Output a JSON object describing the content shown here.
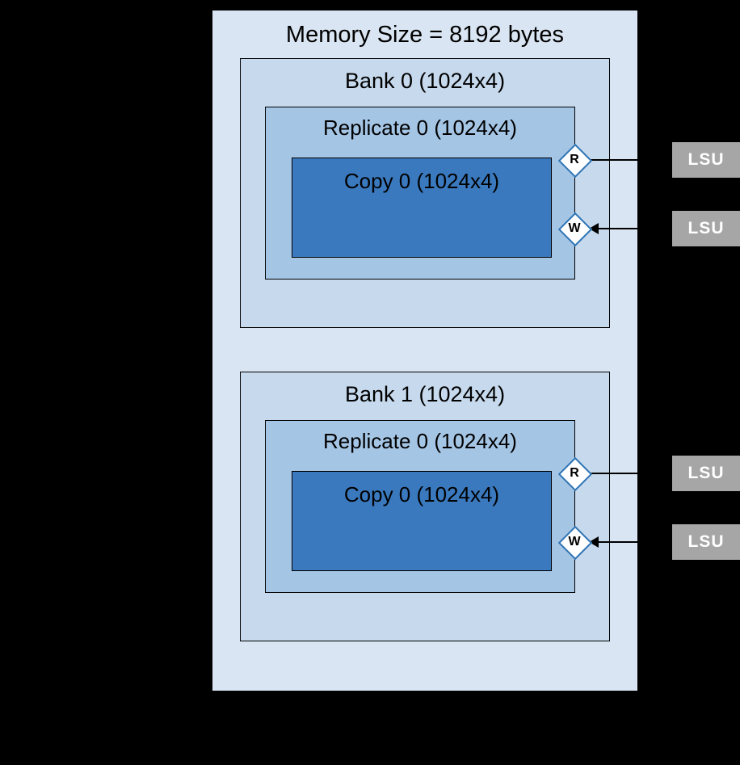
{
  "diagram": {
    "title": "Memory Size = 8192 bytes",
    "banks": [
      {
        "label": "Bank 0 (1024x4)",
        "replicate": {
          "label": "Replicate 0 (1024x4)",
          "copy": {
            "label": "Copy 0 (1024x4)"
          },
          "ports": [
            {
              "label": "R",
              "type": "read-port",
              "arrow_direction": "to-lsu",
              "lsu_label": "LSU"
            },
            {
              "label": "W",
              "type": "write-port",
              "arrow_direction": "from-lsu",
              "lsu_label": "LSU"
            }
          ]
        }
      },
      {
        "label": "Bank 1 (1024x4)",
        "replicate": {
          "label": "Replicate 0 (1024x4)",
          "copy": {
            "label": "Copy 0 (1024x4)"
          },
          "ports": [
            {
              "label": "R",
              "type": "read-port",
              "arrow_direction": "to-lsu",
              "lsu_label": "LSU"
            },
            {
              "label": "W",
              "type": "write-port",
              "arrow_direction": "from-lsu",
              "lsu_label": "LSU"
            }
          ]
        }
      }
    ],
    "colors": {
      "background": "#000000",
      "memory_fill": "#d9e5f2",
      "bank_fill": "#c6d9ed",
      "replicate_fill": "#a5c5e5",
      "copy_fill": "#3a79be",
      "diamond_border": "#2e74b5",
      "diamond_fill": "#ffffff",
      "lsu_fill": "#a6a6a6",
      "lsu_text": "#ffffff",
      "arrow": "#000000"
    }
  }
}
